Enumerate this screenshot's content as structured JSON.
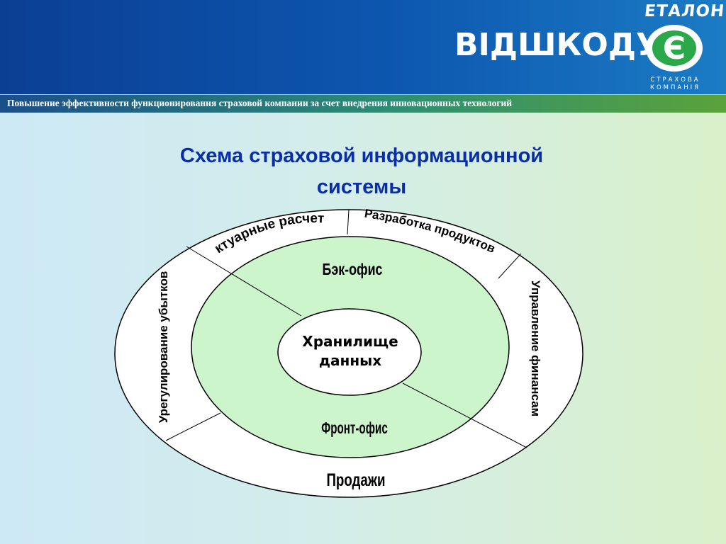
{
  "header": {
    "subtitle": "Повышение эффективности функционирования страховой компании за счет внедрения инновационных технологий",
    "logo": {
      "top": "ЕТАЛОН",
      "main": "ВІДШКОДУ",
      "sub_line1": "СТРАХОВА",
      "sub_line2": "КОМПАНІЯ",
      "emblem_letter": "Є"
    }
  },
  "title": {
    "line1": "Схема страховой информационной",
    "line2": "системы"
  },
  "diagram": {
    "center": {
      "line1": "Хранилище",
      "line2": "данных"
    },
    "middle": {
      "top": "Бэк-офис",
      "bottom": "Фронт-офис"
    },
    "outer": {
      "actuarial": "Актуарные расчеты",
      "products": "Разработка продуктов",
      "finance": "Управление финансам",
      "sales": "Продажи",
      "claims": "Урегулирование убытков"
    }
  },
  "colors": {
    "header_blue": "#0d57b0",
    "title": "#0a2ea6",
    "middle_ring": "#ccf5cc",
    "emblem_green": "#2aa84a"
  }
}
